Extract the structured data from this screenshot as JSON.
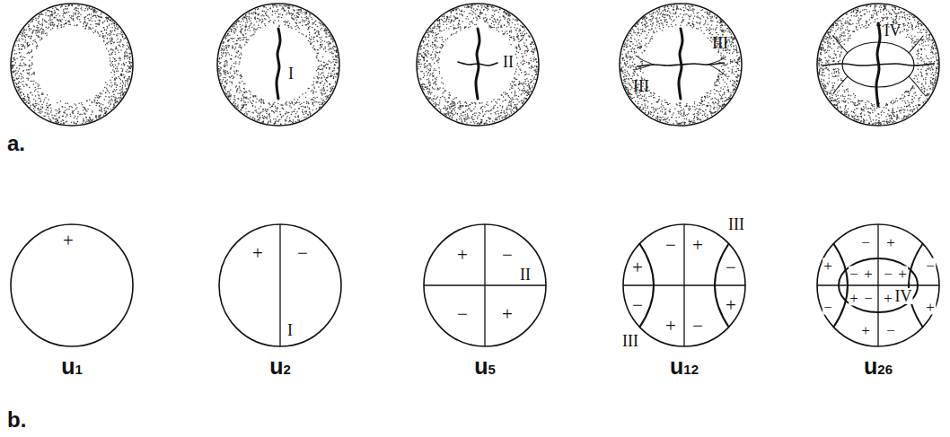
{
  "diagram": {
    "nodes": [
      {
        "text": [
          "I"
        ]
      },
      {
        "text": [
          "II"
        ]
      },
      {
        "text": [
          "III",
          "III"
        ]
      },
      {
        "text": [
          "IV"
        ]
      },
      {
        "text": [
          "+"
        ]
      },
      {
        "text": [
          "+",
          "−",
          "I"
        ]
      },
      {
        "text": [
          "+",
          "−",
          "II",
          "−",
          "+"
        ]
      },
      {
        "text": [
          "−",
          "+",
          "III",
          "+",
          "−",
          "−",
          "+",
          "III",
          "+",
          "−"
        ]
      },
      {
        "text": [
          "−",
          "+",
          "+",
          "−",
          "+",
          "−",
          "+",
          "−",
          "−",
          "+",
          "−",
          "+",
          "IV",
          "+",
          "+",
          "−"
        ]
      }
    ],
    "labels": [
      "a.",
      "b.",
      "u1",
      "u2",
      "u5",
      "u12",
      "u26"
    ]
  }
}
